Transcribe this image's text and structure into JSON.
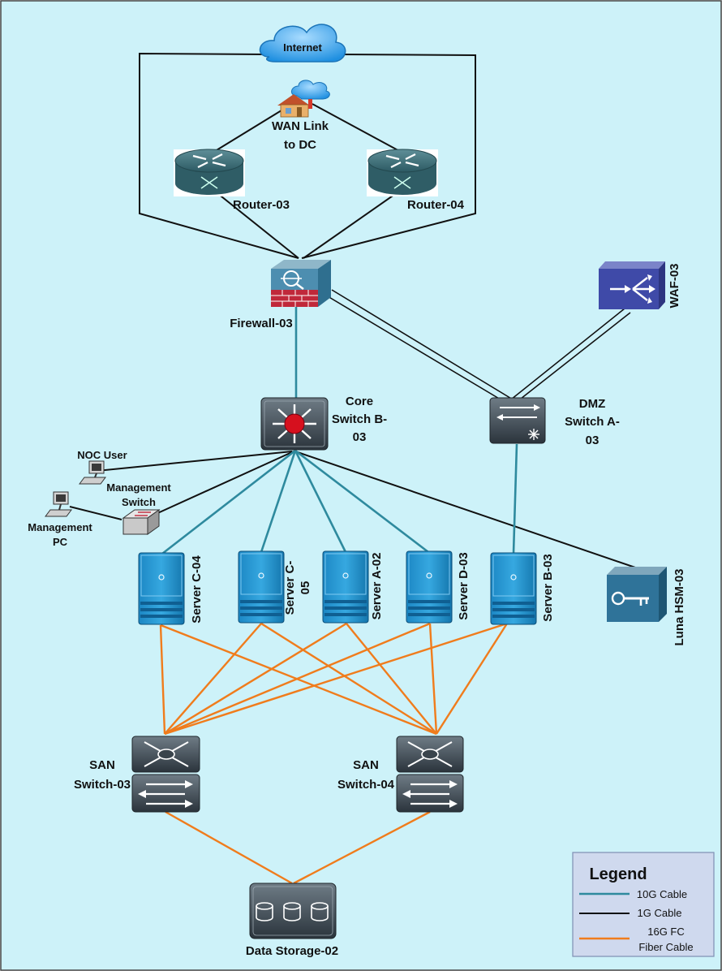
{
  "cloud": {
    "label": "Internet"
  },
  "wan": {
    "line1": "WAN Link",
    "line2": "to DC"
  },
  "routers": [
    {
      "label": "Router-03"
    },
    {
      "label": "Router-04"
    }
  ],
  "firewall": {
    "label": "Firewall-03"
  },
  "waf": {
    "label": "WAF-03"
  },
  "core": {
    "line1": "Core",
    "line2": "Switch B-",
    "line3": "03"
  },
  "dmz": {
    "line1": "DMZ",
    "line2": "Switch A-",
    "line3": "03"
  },
  "noc": {
    "label": "NOC User"
  },
  "mgmt_switch": {
    "line1": "Management",
    "line2": "Switch"
  },
  "mgmt_pc": {
    "line1": "Management",
    "line2": "PC"
  },
  "servers": [
    {
      "line1": "Server C-04",
      "line2": ""
    },
    {
      "line1": "Server C-",
      "line2": "05"
    },
    {
      "line1": "Server A-02",
      "line2": ""
    },
    {
      "line1": "Server D-03",
      "line2": ""
    },
    {
      "line1": "Server B-03",
      "line2": ""
    }
  ],
  "hsm": {
    "label": "Luna HSM-03"
  },
  "san": [
    {
      "line1": "SAN",
      "line2": "Switch-03"
    },
    {
      "line1": "SAN",
      "line2": "Switch-04"
    }
  ],
  "storage": {
    "label": "Data Storage-02"
  },
  "legend": {
    "title": "Legend",
    "items": [
      {
        "label": "10G Cable",
        "label2": "",
        "color": "#2e8a9e"
      },
      {
        "label": "1G Cable",
        "label2": "",
        "color": "#111111"
      },
      {
        "label": "16G FC",
        "label2": "Fiber Cable",
        "color": "#f07c1c"
      }
    ]
  },
  "colors": {
    "background": "#cdf2f9",
    "cable_10g": "#2e8a9e",
    "cable_1g": "#111111",
    "cable_fc": "#f07c1c"
  }
}
